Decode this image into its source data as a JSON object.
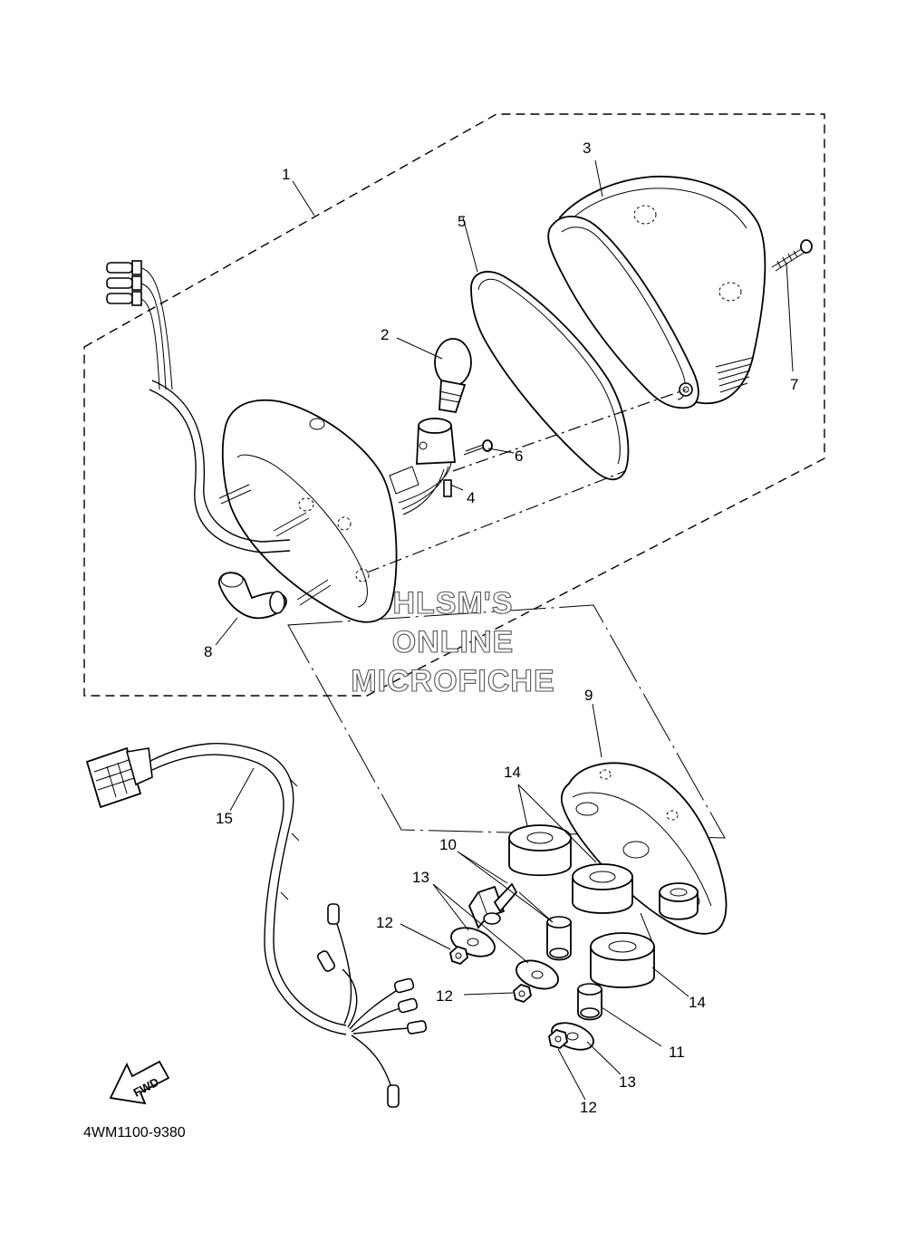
{
  "callouts": {
    "c1": "1",
    "c2": "2",
    "c3": "3",
    "c4": "4",
    "c5": "5",
    "c6": "6",
    "c7": "7",
    "c8": "8",
    "c9": "9",
    "c10": "10",
    "c11": "11",
    "c12a": "12",
    "c12b": "12",
    "c12c": "12",
    "c13a": "13",
    "c13b": "13",
    "c14a": "14",
    "c14b": "14",
    "c15": "15"
  },
  "watermark": {
    "line1": "HLSM'S",
    "line2": "ONLINE",
    "line3": "MICROFICHE"
  },
  "fwd_label": "FWD",
  "diagram_code": "4WM1100-9380"
}
